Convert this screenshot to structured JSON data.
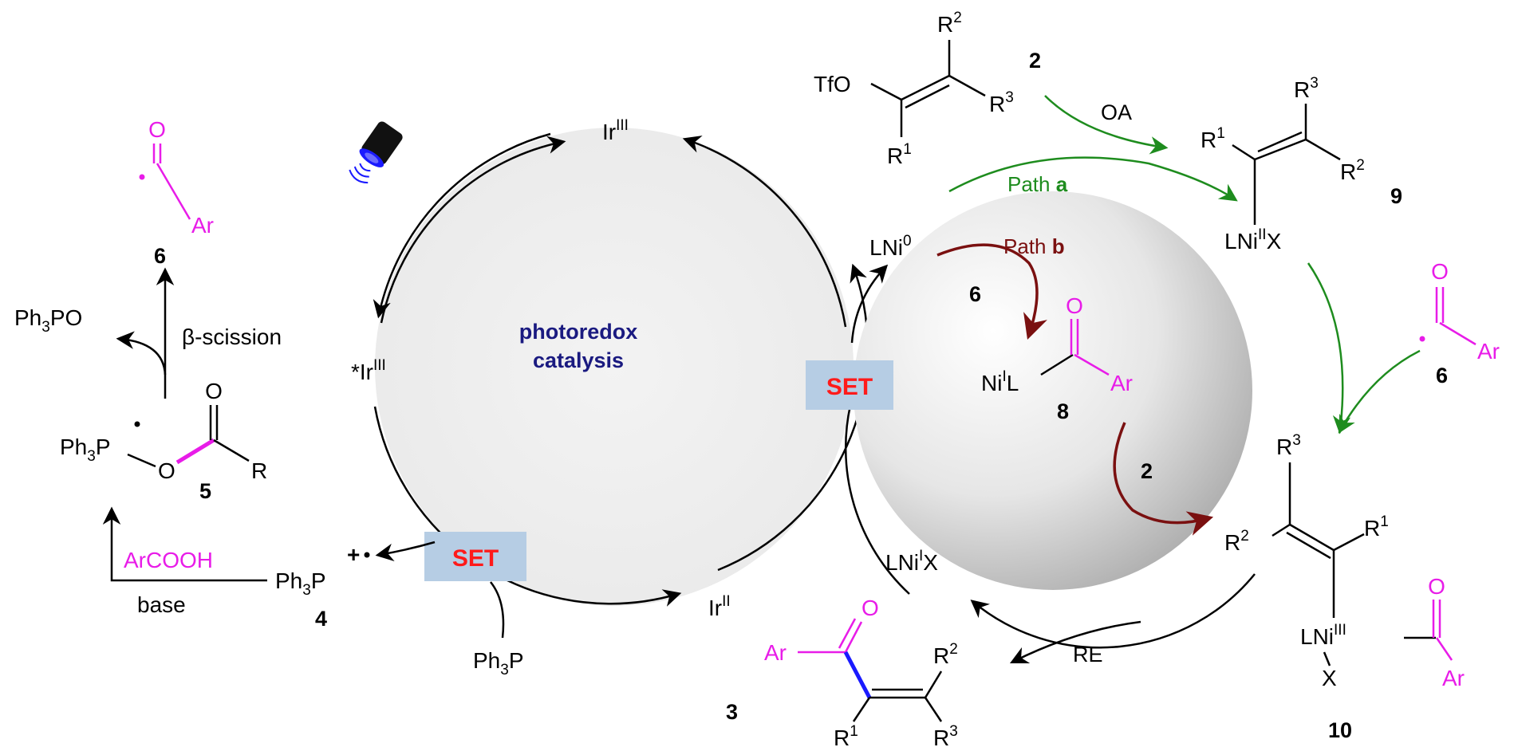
{
  "colors": {
    "magenta": "#e81ce8",
    "green": "#1e8c1e",
    "darkred": "#7a1010",
    "navy": "#1a1a80",
    "blue": "#1a1aff",
    "set_red": "#ff1a1a",
    "set_box": "#b6cde4"
  },
  "photoredox": {
    "label_line1": "photoredox",
    "label_line2": "catalysis",
    "ir3": "Ir",
    "ir3_sup": "III",
    "ir3_excited": "*Ir",
    "ir3_excited_sup": "III",
    "ir2": "Ir",
    "ir2_sup": "II",
    "set1": "SET",
    "set2": "SET"
  },
  "left": {
    "radical6_label": "6",
    "radical6_o": "O",
    "radical6_ar": "Ar",
    "ph3po": "Ph",
    "ph3po_sub": "3",
    "ph3po_rest": "PO",
    "beta_scission": "β-scission",
    "cmpd5_ph": "Ph",
    "cmpd5_sub": "3",
    "cmpd5_p": "P",
    "cmpd5_o": "O",
    "cmpd5_co": "O",
    "cmpd5_r": "R",
    "cmpd5_label": "5",
    "arcooh": "ArCOOH",
    "base": "base",
    "cmpd4_ph": "Ph",
    "cmpd4_sub": "3",
    "cmpd4_p": "P",
    "cmpd4_charge": "+",
    "cmpd4_label": "4",
    "ph3p_bottom": "Ph",
    "ph3p_bottom_sub": "3",
    "ph3p_bottom_p": "P"
  },
  "nickel": {
    "lni0": "LNi",
    "lni0_sup": "0",
    "path_a": "Path ",
    "path_a_bold": "a",
    "path_b": "Path ",
    "path_b_bold": "b",
    "oa": "OA",
    "re": "RE",
    "lnix": "LNi",
    "lnix_sup": "I",
    "lnix_x": "X",
    "cmpd8_ni": "Ni",
    "cmpd8_sup": "I",
    "cmpd8_l": "L",
    "cmpd8_o": "O",
    "cmpd8_ar": "Ar",
    "cmpd8_label": "8",
    "arrow_6": "6",
    "arrow_2": "2"
  },
  "substrate2": {
    "tfo": "TfO",
    "r1": "R",
    "r1_sup": "1",
    "r2": "R",
    "r2_sup": "2",
    "r3": "R",
    "r3_sup": "3",
    "label": "2"
  },
  "cmpd9": {
    "r1": "R",
    "r1_sup": "1",
    "r2": "R",
    "r2_sup": "2",
    "r3": "R",
    "r3_sup": "3",
    "lni": "LNi",
    "lni_sup": "II",
    "x": "X",
    "label": "9"
  },
  "radical6_right": {
    "o": "O",
    "ar": "Ar",
    "label": "6"
  },
  "cmpd10": {
    "r1": "R",
    "r1_sup": "1",
    "r2": "R",
    "r2_sup": "2",
    "r3": "R",
    "r3_sup": "3",
    "lni": "LNi",
    "lni_sup": "III",
    "x": "X",
    "o": "O",
    "ar": "Ar",
    "label": "10"
  },
  "product3": {
    "ar": "Ar",
    "o": "O",
    "r1": "R",
    "r1_sup": "1",
    "r2": "R",
    "r2_sup": "2",
    "r3": "R",
    "r3_sup": "3",
    "label": "3"
  }
}
